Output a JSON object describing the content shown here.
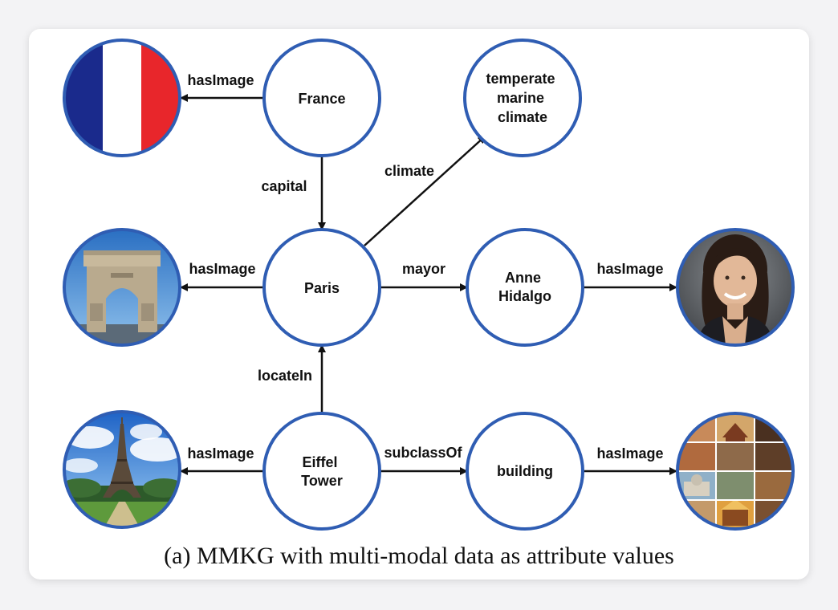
{
  "nodes": {
    "france": [
      "France"
    ],
    "climate": [
      "temperate",
      "marine",
      "climate"
    ],
    "paris": [
      "Paris"
    ],
    "anne": [
      "Anne",
      "Hidalgo"
    ],
    "eiffel": [
      "Eiffel",
      "Tower"
    ],
    "building": [
      "building"
    ]
  },
  "edges": {
    "france_image": "hasImage",
    "capital": "capital",
    "climate": "climate",
    "paris_image": "hasImage",
    "mayor": "mayor",
    "anne_image": "hasImage",
    "locate_in": "locateIn",
    "eiffel_image": "hasImage",
    "subclass_of": "subclassOf",
    "building_image": "hasImage"
  },
  "caption": "(a) MMKG with multi-modal data as attribute values",
  "colors": {
    "node_stroke": "#2f5db3",
    "flag_blue": "#1a2a8c",
    "flag_white": "#ffffff",
    "flag_red": "#e8262b"
  },
  "images": {
    "france": "french-flag",
    "paris": "arc-de-triomphe-photo",
    "anne": "anne-hidalgo-portrait",
    "eiffel": "eiffel-tower-photo",
    "building": "building-collage"
  }
}
